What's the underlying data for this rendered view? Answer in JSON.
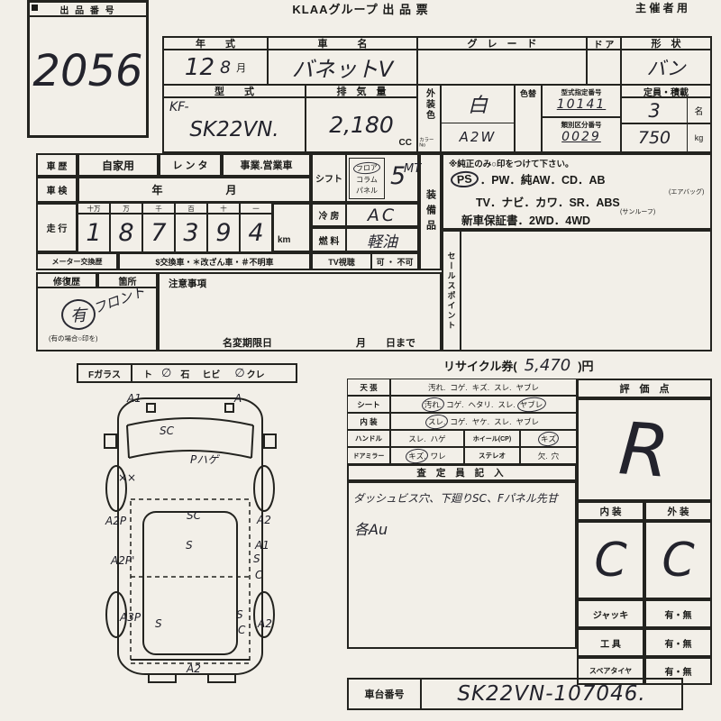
{
  "header": {
    "title": "KLAAグループ 出 品 票",
    "organizer": "主 催 者 用",
    "exhibit_label": "出 品 番 号",
    "exhibit_number": "2056"
  },
  "vehicle": {
    "year_label": "年　　式",
    "year_value": "12",
    "month_value": "8",
    "month_unit": "月",
    "name_label": "車　　　名",
    "name_value": "バネットV",
    "grade_label": "グ　レ　ー　ド",
    "door_label": "ド ア",
    "shape_label": "形　状",
    "shape_value": "バン",
    "model_label": "型　　式",
    "model_prefix": "KF-",
    "model_value": "SK22VN.",
    "disp_label": "排　気　量",
    "disp_value": "2,180",
    "disp_unit": "CC",
    "extcolor_label": "外装色",
    "colorno_label": "カラーNo",
    "color_value": "白",
    "color_code": "A2W",
    "colorchange_label": "色替",
    "typeno_label": "型式指定番号",
    "typeno_value": "10141",
    "classno_label": "類別区分番号",
    "classno_value": "0029",
    "capacity_label": "定員・積載",
    "capacity_value": "3",
    "capacity_unit": "名",
    "load_value": "750",
    "load_unit": "kg"
  },
  "history": {
    "label": "車 歴",
    "opt_private": "自家用",
    "opt_rental": "レ ン タ",
    "opt_business": "事業.営業車",
    "inspection_label": "車 検",
    "inspection_year": "年",
    "inspection_month": "月",
    "mileage_label": "走 行",
    "units": [
      "十万",
      "万",
      "千",
      "百",
      "十",
      "一"
    ],
    "digits": [
      "1",
      "8",
      "7",
      "3",
      "9",
      "4"
    ],
    "km": "km",
    "meter_label": "メーター交換歴",
    "meter_text": "$交換車・＊改ざん車・＃不明車"
  },
  "spec": {
    "shift_label": "シフト",
    "shift_opts": [
      "フロア",
      "コラム",
      "パネル"
    ],
    "shift_value": "5",
    "shift_unit": "MT",
    "cool_label": "冷 房",
    "cool_value": "AC",
    "fuel_label": "燃 料",
    "fuel_value": "軽油",
    "tv_label": "TV視聴",
    "tv_value": "可 ・ 不可"
  },
  "equipment": {
    "label": "装備品",
    "note": "※純正のみ○印をつけて下さい。",
    "ps": "PS",
    "line1_rest": "．PW．純AW．CD．AB",
    "airbag_note": "(エアバッグ)",
    "line2": "TV．ナビ．カワ．SR．ABS",
    "sunroof_note": "(サンルーフ)",
    "line3": "新車保証書．2WD．4WD",
    "sales_point": "セールスポイント"
  },
  "repair": {
    "label": "修復歴",
    "part_label": "箇所",
    "yes_value": "有",
    "note": "(有の場合○印を)",
    "detail": "フロント",
    "caution_label": "注意事項",
    "rename_label": "名変期限日",
    "rename_value": "月　　日まで"
  },
  "recycle": {
    "prefix": "リサイクル券(",
    "value": "5,470",
    "suffix": ")円"
  },
  "fglass": {
    "label": "Fガラス",
    "opts": [
      "ト",
      "石",
      "ヒビ",
      "クレ"
    ],
    "mark": "∅"
  },
  "condition": {
    "rows": [
      {
        "label": "天 張",
        "items": [
          "汚れ.",
          "コゲ.",
          "キズ.",
          "スレ.",
          "ヤブレ"
        ]
      },
      {
        "label": "シート",
        "items": [
          "汚れ.",
          "コゲ.",
          "ヘタリ.",
          "スレ.",
          "ヤブレ"
        ]
      },
      {
        "label": "内 装",
        "items": [
          "スレ.",
          "コゲ.",
          "ヤケ.",
          "スレ.",
          "ヤブレ"
        ]
      },
      {
        "label": "ハンドル",
        "items": [
          "スレ.",
          "ハゲ"
        ],
        "label2": "ホイール(CP)",
        "items2": [
          "キズ"
        ]
      },
      {
        "label": "ドアミラー",
        "items": [
          "キズ.",
          "ワレ"
        ],
        "label2": "ステレオ",
        "items2": [
          "欠.",
          "穴"
        ]
      }
    ],
    "assessor_label": "査 定 員 記 入",
    "note1": "ダッシュビス穴、下廻りSC、Fパネル先甘",
    "note2": "各Au"
  },
  "evaluation": {
    "label": "評　価　点",
    "grade": "R",
    "interior_label": "内 装",
    "exterior_label": "外 装",
    "interior_grade": "C",
    "exterior_grade": "C",
    "jack_label": "ジャッキ",
    "jack_value": "有・無",
    "tool_label": "工 具",
    "tool_value": "有・無",
    "spare_label": "スペアタイヤ",
    "spare_value": "有・無"
  },
  "chassis": {
    "label": "車台番号",
    "value": "SK22VN-107046."
  },
  "diagram": {
    "labels": [
      "A1",
      "A",
      "SC",
      "Pハゲ",
      "××",
      "A2P",
      "SC",
      "A2",
      "S",
      "A1",
      "A2P'",
      "S",
      "C",
      "A3P",
      "S",
      "S",
      "C",
      "A2",
      "A2"
    ]
  }
}
